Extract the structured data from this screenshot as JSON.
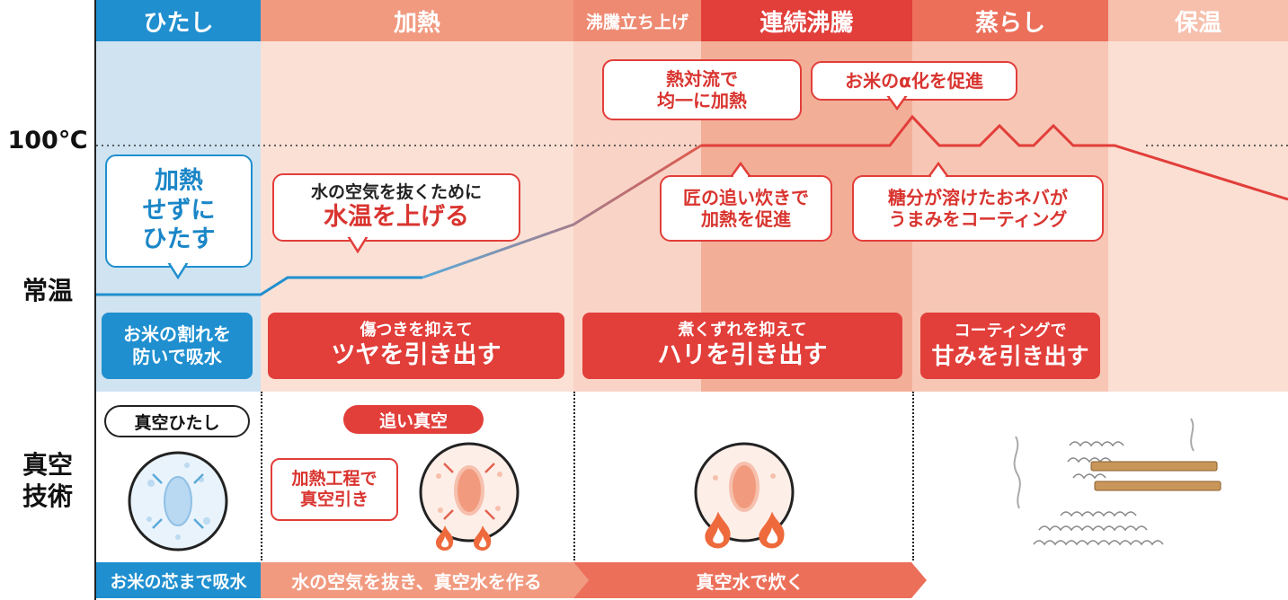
{
  "phases": [
    {
      "label": "ひたし",
      "color": "#1f8fcf"
    },
    {
      "label": "加熱",
      "color": "#f19a80"
    },
    {
      "label": "沸騰立ち上げ",
      "color": "#ee8a72"
    },
    {
      "label": "連続沸騰",
      "color": "#e23e3a"
    },
    {
      "label": "蒸らし",
      "color": "#ec6f5a"
    },
    {
      "label": "保温",
      "color": "#f6c0ad"
    }
  ],
  "y_labels": {
    "boil": "100℃",
    "room": "常温",
    "vacuum": [
      "真空",
      "技術"
    ]
  },
  "callouts": {
    "soak": [
      "加熱",
      "せずに",
      "ひたす"
    ],
    "heat": [
      "水の空気を抜くために",
      "水温を上げる"
    ],
    "convection": [
      "熱対流で",
      "均一に加熱"
    ],
    "alpha": "お米のα化を促進",
    "takumi": [
      "匠の追い炊きで",
      "加熱を促進"
    ],
    "sugar": [
      "糖分が溶けたおネバが",
      "うまみをコーティング"
    ]
  },
  "bands": {
    "soak": [
      "お米の割れを",
      "防いで吸水"
    ],
    "shine": [
      "傷つきを抑えて",
      "ツヤを引き出す"
    ],
    "firm": [
      "煮くずれを抑えて",
      "ハリを引き出す"
    ],
    "sweet": [
      "コーティングで",
      "甘みを引き出す"
    ]
  },
  "vacuum": {
    "soak_tag": "真空ひたし",
    "chase_tag": "追い真空",
    "heat_note": [
      "加熱工程で",
      "真空引き"
    ]
  },
  "footer": {
    "soak": "お米の芯まで吸水",
    "air": "水の空気を抜き、真空水を作る",
    "cook": "真空水で炊く"
  },
  "icons": {
    "rice-soak": "rice-grain-icon",
    "rice-vacuum": "rice-grain-icon",
    "rice-boil": "rice-grain-icon",
    "flame": "flame-icon",
    "chopsticks": "chopsticks-rice-icon"
  }
}
